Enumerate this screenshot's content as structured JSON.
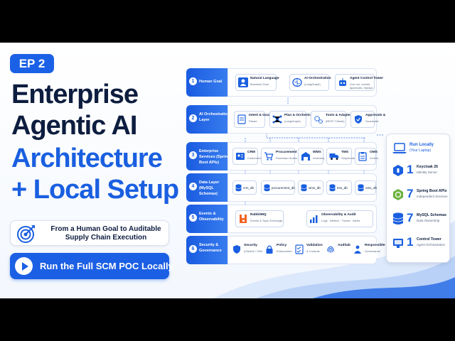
{
  "episode": "EP 2",
  "title": {
    "line1": "Enterprise",
    "line2": "Agentic AI",
    "line3": "Architecture",
    "line4": "+ Local Setup"
  },
  "goal": {
    "icon": "target-icon",
    "text": "From a Human Goal to Auditable Supply Chain Execution"
  },
  "cta": {
    "icon": "play-icon",
    "label": "Run the Full SCM POC Locally"
  },
  "layers": [
    {
      "num": "1",
      "label": "Human Goal",
      "nodes": [
        {
          "title": "Natural Language",
          "sub": "Business Goal",
          "icon": "user-icon"
        },
        {
          "title": "AI Orchestration",
          "sub": "(LangGraph)",
          "icon": "brain-icon"
        },
        {
          "title": "Agent Control Tower",
          "sub": "Live run, events, approvals, replays",
          "icon": "robot-icon"
        }
      ]
    },
    {
      "num": "2",
      "label": "AI Orchestration Layer",
      "nodes": [
        {
          "title": "Intent & Goal",
          "sub": "Parser",
          "icon": "document-icon"
        },
        {
          "title": "Plan & Orchestrate",
          "sub": "(LangGraph)",
          "icon": "network-icon"
        },
        {
          "title": "Tools & Adapters",
          "sub": "(REST Clients)",
          "icon": "gears-icon"
        },
        {
          "title": "Approvals &",
          "sub": "Guardrails",
          "icon": "shield-check-icon"
        }
      ]
    },
    {
      "num": "3",
      "label": "Enterprise Services (Spring Boot APIs)",
      "nodes": [
        {
          "title": "CRM",
          "sub": "Customers",
          "icon": "crm-icon"
        },
        {
          "title": "Procurement",
          "sub": "Purchase Orders",
          "icon": "cart-icon"
        },
        {
          "title": "WMS",
          "sub": "Inventory",
          "icon": "warehouse-icon"
        },
        {
          "title": "TMS",
          "sub": "Shipments",
          "icon": "truck-icon"
        },
        {
          "title": "OMS",
          "sub": "Orders",
          "icon": "clipboard-icon"
        }
      ]
    },
    {
      "num": "4",
      "label": "Data Layer (MySQL Schemas)",
      "dbs": [
        "crm_db",
        "procurement_db",
        "wms_db",
        "tms_db",
        "oms_db"
      ]
    },
    {
      "num": "5",
      "label": "Events & Observability",
      "nodes": [
        {
          "title": "RabbitMQ",
          "sub": "Events & Topic Exchange",
          "icon": "rabbitmq-icon"
        },
        {
          "title": "Observability & Audit",
          "sub": "Logs · Metrics · Traces · Alerts",
          "icon": "chart-icon"
        }
      ]
    },
    {
      "num": "6",
      "label": "Security & Governance",
      "items": [
        {
          "title": "Security",
          "sub": "(OAuth2 / OIDC)",
          "icon": "shield-icon"
        },
        {
          "title": "Policy",
          "sub": "Enforcement",
          "icon": "lock-icon"
        },
        {
          "title": "Validation",
          "sub": "& Controls",
          "icon": "checklist-icon"
        },
        {
          "title": "Auditability",
          "sub": "",
          "icon": "fingerprint-icon"
        },
        {
          "title": "Responsible AI",
          "sub": "Governance",
          "icon": "person-shield-icon"
        }
      ]
    }
  ],
  "local": {
    "title": "Run Locally",
    "subtitle": "(Your Laptop)",
    "items": [
      {
        "num": "1",
        "label": "Keycloak 26",
        "detail": "Identity Server",
        "icon": "keycloak-icon"
      },
      {
        "num": "7",
        "label": "Spring Boot APIs",
        "detail": "Independent Services",
        "icon": "spring-icon"
      },
      {
        "num": "7",
        "label": "MySQL Schemas",
        "detail": "Data Ownership",
        "icon": "database-icon"
      },
      {
        "num": "1",
        "label": "Control Tower",
        "detail": "Agent Orchestration",
        "icon": "monitor-icon"
      }
    ]
  },
  "colors": {
    "primary": "#1a5fe0",
    "dark_text": "#0d1d3f",
    "spring_green": "#6db33f",
    "rabbit_orange": "#f26522"
  }
}
